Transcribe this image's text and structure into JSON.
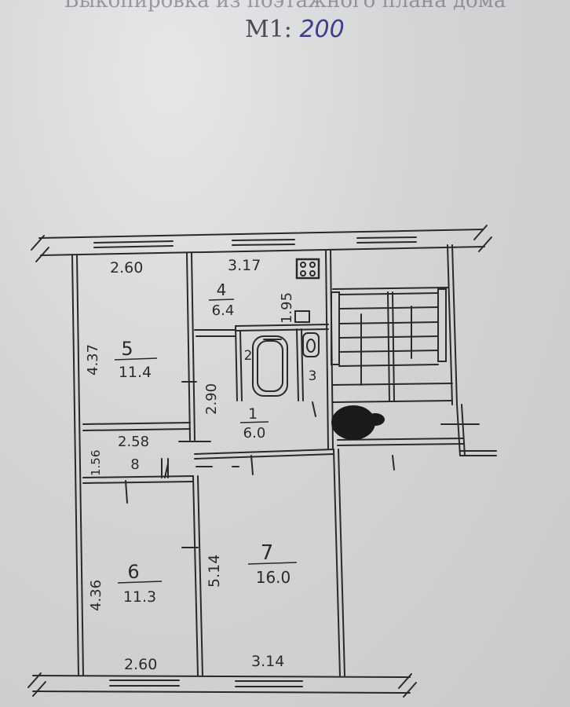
{
  "header": {
    "title_cut": "Выкопировка из поэтажного плана дома",
    "scale_prefix": "М1:",
    "scale_value": "200"
  },
  "rooms": [
    {
      "id": "room-1",
      "number": "1",
      "area": "6.0"
    },
    {
      "id": "room-2",
      "number": "2",
      "area": ""
    },
    {
      "id": "room-3",
      "number": "3",
      "area": ""
    },
    {
      "id": "room-4",
      "number": "4",
      "area": "6.4"
    },
    {
      "id": "room-5",
      "number": "5",
      "area": "11.4"
    },
    {
      "id": "room-6",
      "number": "6",
      "area": "11.3"
    },
    {
      "id": "room-7",
      "number": "7",
      "area": "16.0"
    },
    {
      "id": "room-8",
      "number": "8",
      "area": ""
    }
  ],
  "dimensions": {
    "room5_width": "2.60",
    "room5_height": "4.37",
    "room4_width": "3.17",
    "room4_height": "1.95",
    "hall_height": "2.90",
    "room8_width": "2.58",
    "room8_height": "1.56",
    "room6_height": "4.36",
    "room7_height": "5.14",
    "bottom_left_width": "2.60",
    "bottom_right_width": "3.14"
  }
}
